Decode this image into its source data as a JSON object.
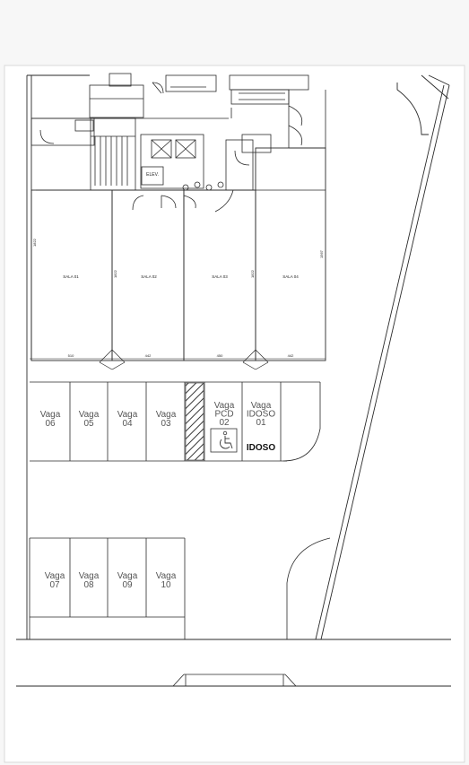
{
  "plan": {
    "rooms": [
      {
        "label": "SALA 01",
        "width": "510",
        "height": "1822"
      },
      {
        "label": "SALA 02",
        "width": "442",
        "height": "1822"
      },
      {
        "label": "SALA 03",
        "width": "450",
        "height": "1822"
      },
      {
        "label": "SALA 04",
        "width": "442",
        "height": "1567"
      }
    ],
    "elevator": "ELEV.",
    "parking_row1": [
      {
        "l1": "Vaga",
        "l2": "06"
      },
      {
        "l1": "Vaga",
        "l2": "05"
      },
      {
        "l1": "Vaga",
        "l2": "04"
      },
      {
        "l1": "Vaga",
        "l2": "03"
      }
    ],
    "pcd_spot": {
      "l1": "Vaga",
      "l2": "PCD",
      "l3": "02"
    },
    "idoso_spot": {
      "l1": "Vaga",
      "l2": "IDOSO",
      "l3": "01"
    },
    "idoso_label": "IDOSO",
    "parking_row2": [
      {
        "l1": "Vaga",
        "l2": "07"
      },
      {
        "l1": "Vaga",
        "l2": "08"
      },
      {
        "l1": "Vaga",
        "l2": "09"
      },
      {
        "l1": "Vaga",
        "l2": "10"
      }
    ],
    "accessibility_icon": "wheelchair-icon"
  }
}
